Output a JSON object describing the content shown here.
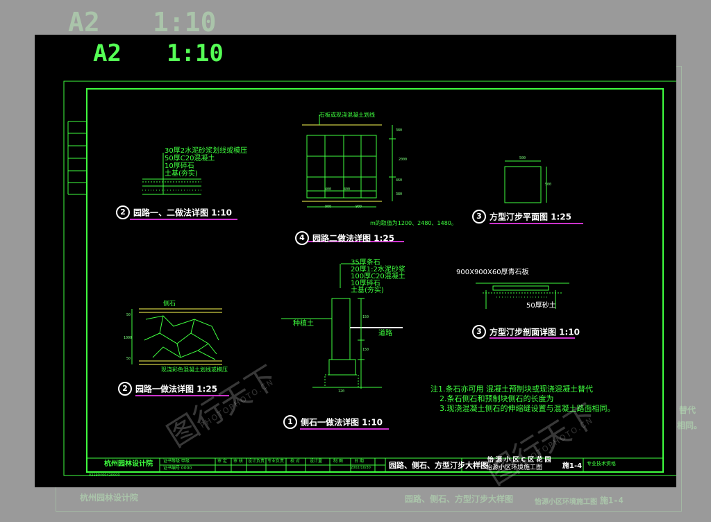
{
  "sheet": {
    "size": "A2",
    "scale": "1:10"
  },
  "colors": {
    "line": "#3fff3f",
    "bg": "#000000",
    "caption_underline": "#cc33cc",
    "text": "#ffffff"
  },
  "details": {
    "d2a": {
      "num": "2",
      "title": "园路一、二做法详图 1:10",
      "layers": [
        "30厚2水泥砂浆划线或模压",
        "50厚C20混凝土",
        "10厚碎石",
        "土基(夯实)"
      ]
    },
    "d4": {
      "num": "4",
      "title": "园路二做法详图 1:25",
      "label": "石板或现浇混凝土划线",
      "note": "m的取值为1200、2480、1480。",
      "dims_bottom": [
        "400",
        "400",
        "900",
        "900"
      ],
      "dims_right": [
        "380",
        "2000",
        "460",
        "380"
      ]
    },
    "d3a": {
      "num": "3",
      "title": "方型汀步平面图 1:25",
      "dim_top": "500",
      "dim_side": "500"
    },
    "d2b": {
      "num": "2",
      "title": "园路一做法详图 1:25",
      "label_top": "侧石",
      "label_bottom": "现浇彩色混凝土划线或模压",
      "dims": [
        "50",
        "1000",
        "50"
      ]
    },
    "d1": {
      "num": "1",
      "title": "侧石一做法详图 1:10",
      "layers": [
        "35厚条石",
        "20厚1:2水泥砂浆",
        "100厚C20混凝土",
        "10厚碎石",
        "土基(夯实)"
      ],
      "soil": "种植土",
      "road": "道路",
      "dims": [
        "150",
        "150",
        "120"
      ]
    },
    "d3b": {
      "num": "3",
      "title": "方型汀步剖面详图 1:10",
      "label_top": "900X900X60厚青石板",
      "label_bottom": "50厚砂土"
    }
  },
  "notes": [
    "注1.条石亦可用    混凝土预制块或现浇混凝土替代",
    "2.条石侧石和预制块侧石的长度为",
    "3.现浇混凝土侧石的伸缩缝设置与混凝土路面相同。"
  ],
  "title_block": {
    "company": "杭州园林设计院",
    "cert1": "证书等级 甲级",
    "cert2": "证书编号 0000",
    "headers": [
      "审 定",
      "审 核",
      "设计负责",
      "专业负责",
      "校 对",
      "设计量",
      "制 图",
      "日 期"
    ],
    "date": "2002/10/30",
    "drawing_title": "园路、侧石、方型汀步大样图",
    "project": "怡源小区环境施工图",
    "project2": "怡 源 小 区 C 区 花 园",
    "drawing_no": "施1-4",
    "stamp": "专业技术资格",
    "serial": "02190400420000"
  },
  "watermark": {
    "brand": "图行天下",
    "url": "PHOTOPHOTO.CN"
  },
  "ghost": {
    "size": "A2",
    "scale": "1:10",
    "company": "杭州园林设计院",
    "title": "园路、侧石、方型汀步大样图",
    "project": "怡源小区环境施工图",
    "drawing_no": "施1-4",
    "side1": "替代",
    "side2": "相同。"
  }
}
